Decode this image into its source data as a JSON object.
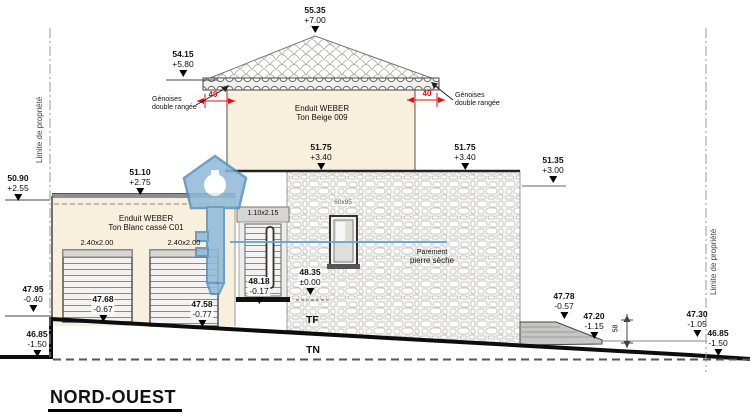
{
  "drawing": {
    "title": "NORD-OUEST",
    "property_limit": "Limite de propriété",
    "ground_labels": {
      "tf": "TF",
      "tn": "TN"
    },
    "materials": {
      "roof_note_left": {
        "l1": "Génoises",
        "l2": "double rangée"
      },
      "roof_note_right": {
        "l1": "Génoises",
        "l2": "double rangée"
      },
      "upper_wall": {
        "l1": "Enduit WEBER",
        "l2": "Ton Beige 009"
      },
      "lower_wall": {
        "l1": "Enduit WEBER",
        "l2": "Ton Blanc cassé C01"
      },
      "stone_wall": {
        "l1": "Parement",
        "l2": "pierre sèche"
      }
    },
    "dimensions": {
      "roof_overhang_left": "40",
      "roof_overhang_right": "40",
      "garage_door_1": "2.40x2.00",
      "garage_door_2": "2.40x2.00",
      "entry_door": "1.10x2.15",
      "window": "60x95",
      "ramp_drop": "58"
    },
    "levels": [
      {
        "id": "ridge",
        "alt": "55.35",
        "rel": "+7.00"
      },
      {
        "id": "eave-left",
        "alt": "54.15",
        "rel": "+5.80"
      },
      {
        "id": "garage-block-top",
        "alt": "51.10",
        "rel": "+2.75"
      },
      {
        "id": "rear-wall-top",
        "alt": "50.90",
        "rel": "+2.55"
      },
      {
        "id": "floor1-left",
        "alt": "51.75",
        "rel": "+3.40"
      },
      {
        "id": "floor1-right",
        "alt": "51.75",
        "rel": "+3.40"
      },
      {
        "id": "stone-wall-right",
        "alt": "51.35",
        "rel": "+3.00"
      },
      {
        "id": "finish-floor-zero",
        "alt": "48.35",
        "rel": "±0.00"
      },
      {
        "id": "entry-threshold",
        "alt": "48.18",
        "rel": "-0.17"
      },
      {
        "id": "grade-left",
        "alt": "47.95",
        "rel": "-0.40"
      },
      {
        "id": "garage1-base",
        "alt": "47.68",
        "rel": "-0.67"
      },
      {
        "id": "garage2-base",
        "alt": "47.58",
        "rel": "-0.77"
      },
      {
        "id": "terrace-right",
        "alt": "47.78",
        "rel": "-0.57"
      },
      {
        "id": "ramp-bottom",
        "alt": "47.20",
        "rel": "-1.15"
      },
      {
        "id": "grade-right",
        "alt": "47.30",
        "rel": "-1.05"
      },
      {
        "id": "natural-ground-left",
        "alt": "46.85",
        "rel": "-1.50"
      },
      {
        "id": "natural-ground-right",
        "alt": "46.85",
        "rel": "-1.50"
      }
    ],
    "colors": {
      "wall_beige": "#f8efdd",
      "stone_outline": "#b9b7b2",
      "dim_red": "#e01010",
      "watermark_blue": "#8fb9da",
      "ground_line": "#111111",
      "ramp_gray": "#c6c6c4"
    }
  }
}
